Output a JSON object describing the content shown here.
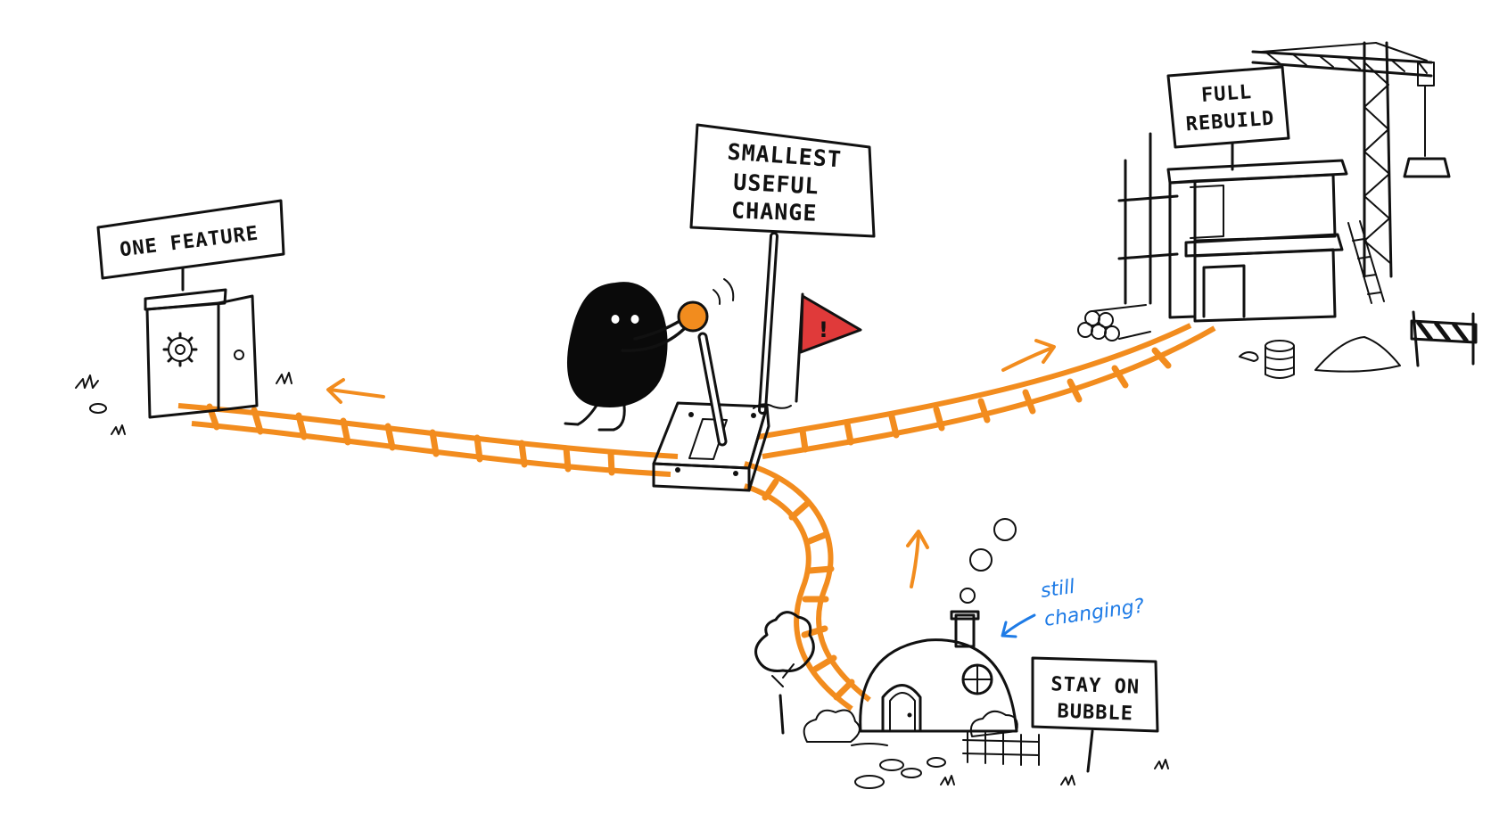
{
  "signs": {
    "one_feature": "ONE FEATURE",
    "smallest_line1": "SMALLEST",
    "smallest_line2": "USEFUL",
    "smallest_line3": "CHANGE",
    "full_line1": "FULL",
    "full_line2": "REBUILD",
    "stay_line1": "STAY ON",
    "stay_line2": "BUBBLE"
  },
  "annotation": {
    "line1": "still",
    "line2": "changing?"
  },
  "flag": {
    "mark": "!"
  },
  "colors": {
    "track": "#F28C1E",
    "accent_blue": "#1E7BE6",
    "flag_red": "#E03A3A",
    "ink": "#111111",
    "character": "#0A0A0A"
  },
  "icons": {
    "feature_door": "gear-icon",
    "lever_knob": "lever-knob-icon"
  }
}
